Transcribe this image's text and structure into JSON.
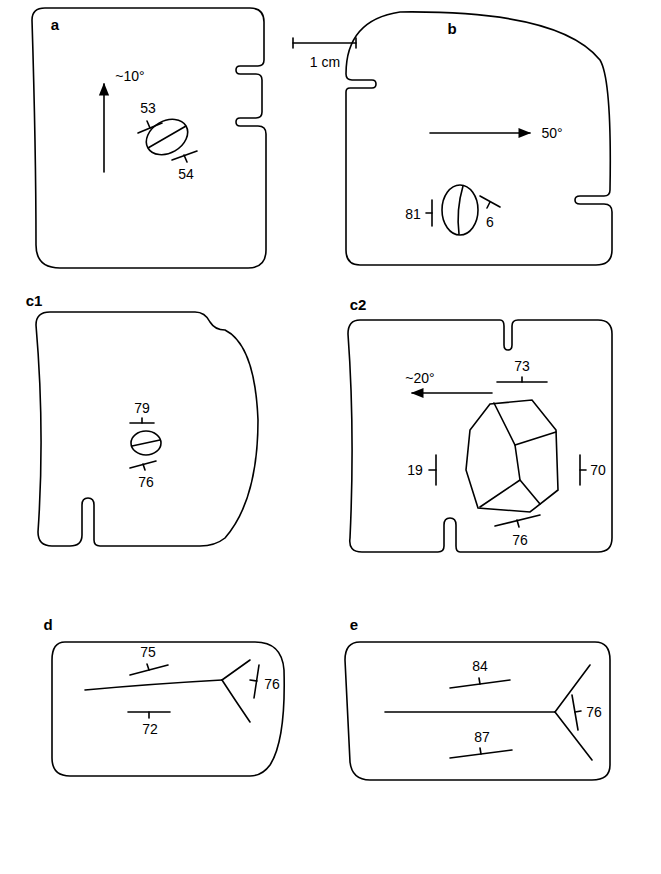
{
  "diagram": {
    "labels": [
      "a",
      "~10°",
      "53",
      "54",
      "1 cm",
      "b",
      "50°",
      "81",
      "6",
      "c1",
      "79",
      "76",
      "c2",
      "~20°",
      "73",
      "19",
      "70",
      "76",
      "d",
      "75",
      "76",
      "72",
      "e",
      "84",
      "76",
      "87"
    ]
  }
}
